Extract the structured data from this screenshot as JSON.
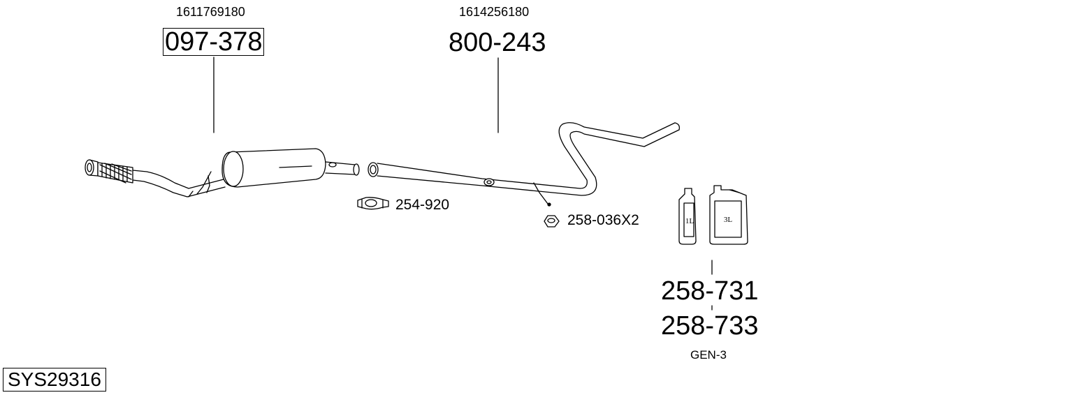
{
  "parts": {
    "p1": {
      "oem": "1611769180",
      "number": "097-378"
    },
    "p2": {
      "oem": "1614256180",
      "number": "800-243"
    },
    "clamp": {
      "number": "254-920"
    },
    "nut": {
      "number": "258-036X2"
    },
    "paste": {
      "number_1": "258-731",
      "number_2": "258-733",
      "note": "GEN-3",
      "bottle_small": "1L",
      "bottle_large": "3L"
    }
  },
  "system_id": "SYS29316"
}
